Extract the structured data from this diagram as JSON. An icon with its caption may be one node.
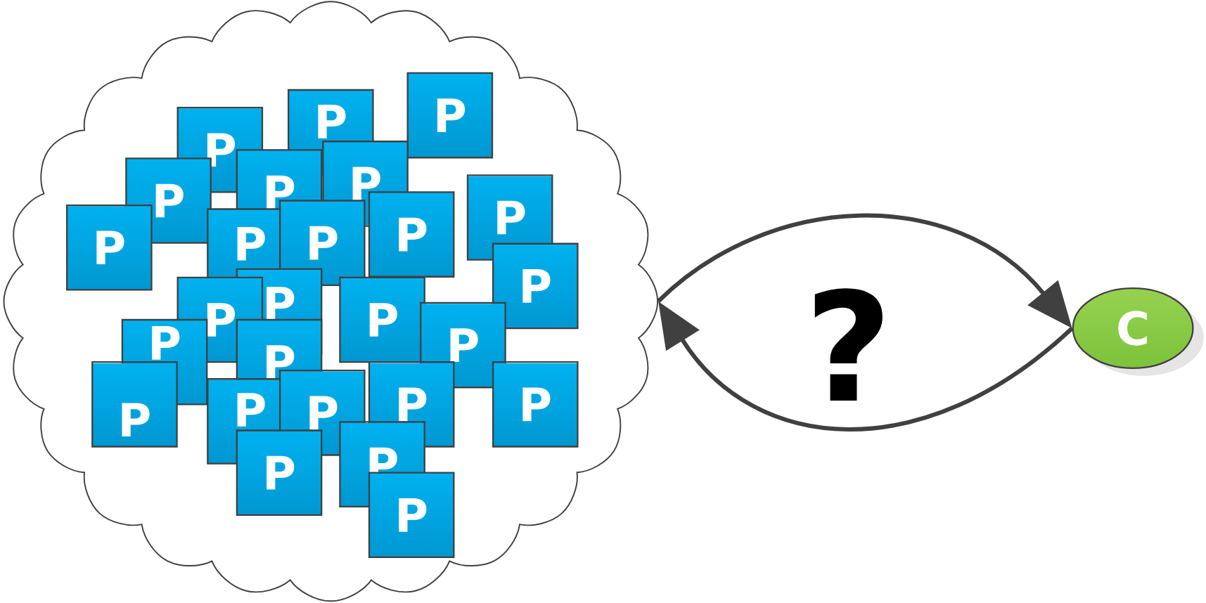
{
  "diagram": {
    "nodes": [
      {
        "text": [],
        "shape": "cloud"
      },
      {
        "text": [
          "P"
        ],
        "in": 0
      },
      {
        "text": [
          "P"
        ],
        "in": 0
      },
      {
        "text": [
          "P"
        ],
        "in": 0
      },
      {
        "text": [
          "P"
        ],
        "in": 0
      },
      {
        "text": [
          "P"
        ],
        "in": 0
      },
      {
        "text": [
          "P"
        ],
        "in": 0
      },
      {
        "text": [
          "P"
        ],
        "in": 0
      },
      {
        "text": [
          "P"
        ],
        "in": 0
      },
      {
        "text": [
          "P"
        ],
        "in": 0
      },
      {
        "text": [
          "P"
        ],
        "in": 0
      },
      {
        "text": [
          "P"
        ],
        "in": 0
      },
      {
        "text": [
          "P"
        ],
        "in": 0
      },
      {
        "text": [
          "P"
        ],
        "in": 0
      },
      {
        "text": [
          "P"
        ],
        "in": 0
      },
      {
        "text": [
          "P"
        ],
        "in": 0
      },
      {
        "text": [
          "P"
        ],
        "in": 0
      },
      {
        "text": [
          "P"
        ],
        "in": 0
      },
      {
        "text": [
          "P"
        ],
        "in": 0
      },
      {
        "text": [
          "P"
        ],
        "in": 0
      },
      {
        "text": [
          "P"
        ],
        "in": 0
      },
      {
        "text": [
          "P"
        ],
        "in": 0
      },
      {
        "text": [
          "P"
        ],
        "in": 0
      },
      {
        "text": [
          "P"
        ],
        "in": 0
      },
      {
        "text": [
          "P"
        ],
        "in": 0
      },
      {
        "text": [
          "P"
        ],
        "in": 0
      },
      {
        "text": [
          "P"
        ],
        "in": 0
      },
      {
        "text": [
          "C"
        ]
      }
    ],
    "edges": [
      {
        "from": 0,
        "to": 27,
        "arrow": "to"
      },
      {
        "from": 27,
        "to": 0,
        "arrow": "to"
      }
    ],
    "labels": [
      "?"
    ]
  }
}
